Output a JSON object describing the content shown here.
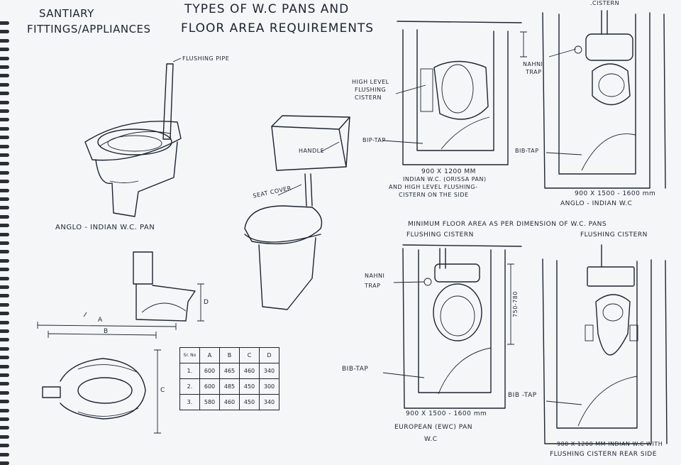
{
  "header": {
    "left_line1": "SANTIARY",
    "left_line2": "FITTINGS/APPLIANCES",
    "title_line1": "TYPES OF W.C PANS AND",
    "title_line2": "FLOOR AREA REQUIREMENTS"
  },
  "anglo_pan": {
    "flushing_pipe": "FLUSHING PIPE",
    "caption": "ANGLO - INDIAN W.C. PAN"
  },
  "european_wc": {
    "handle": "HANDLE",
    "seat_cover": "SEAT COVER"
  },
  "dimension_letters": {
    "a": "A",
    "b": "B",
    "c": "C",
    "d": "D"
  },
  "dim_table": {
    "headers": [
      "Sr. No",
      "A",
      "B",
      "C",
      "D"
    ],
    "rows": [
      [
        "1.",
        "600",
        "465",
        "460",
        "340"
      ],
      [
        "2.",
        "600",
        "485",
        "450",
        "300"
      ],
      [
        "3.",
        "580",
        "460",
        "450",
        "340"
      ]
    ]
  },
  "plan_top_left": {
    "cistern_label_1": "HIGH LEVEL",
    "cistern_label_2": "FLUSHING",
    "cistern_label_3": "CISTERN",
    "bib_tap": "BIP-TAP",
    "caption_1": "900 X 1200 MM",
    "caption_2": "INDIAN W.C. (ORISSA PAN)",
    "caption_3": "AND HIGH LEVEL FLUSHING-",
    "caption_4": "CISTERN ON THE SIDE"
  },
  "plan_top_right": {
    "cistern": ".CISTERN",
    "nahni_trap_1": "NAHNI",
    "nahni_trap_2": "TRAP",
    "bib_tap": "BIB-TAP",
    "caption_1": "900 X 1500 - 1600 mm",
    "caption_2": "ANGLO - INDIAN W.C"
  },
  "min_area_title": "MINIMUM FLOOR AREA AS PER DIMENSION OF W.C. PANS",
  "plan_bottom_left": {
    "cistern": "FLUSHING CISTERN",
    "nahni_trap_1": "NAHNI",
    "nahni_trap_2": "TRAP",
    "bib_tap": "BIB-TAP",
    "side_dim": "750-780",
    "caption_1": "900 X 1500 - 1600 mm",
    "caption_2": "EUROPEAN (EWC) PAN",
    "caption_3": "W.C"
  },
  "plan_bottom_right": {
    "cistern": "FLUSHING CISTERN",
    "bib_tap": "BIB -TAP",
    "caption_1": "900 X 1200 MM INDIAN W.C WITH",
    "caption_2": "FLUSHING CISTERN REAR SIDE"
  }
}
